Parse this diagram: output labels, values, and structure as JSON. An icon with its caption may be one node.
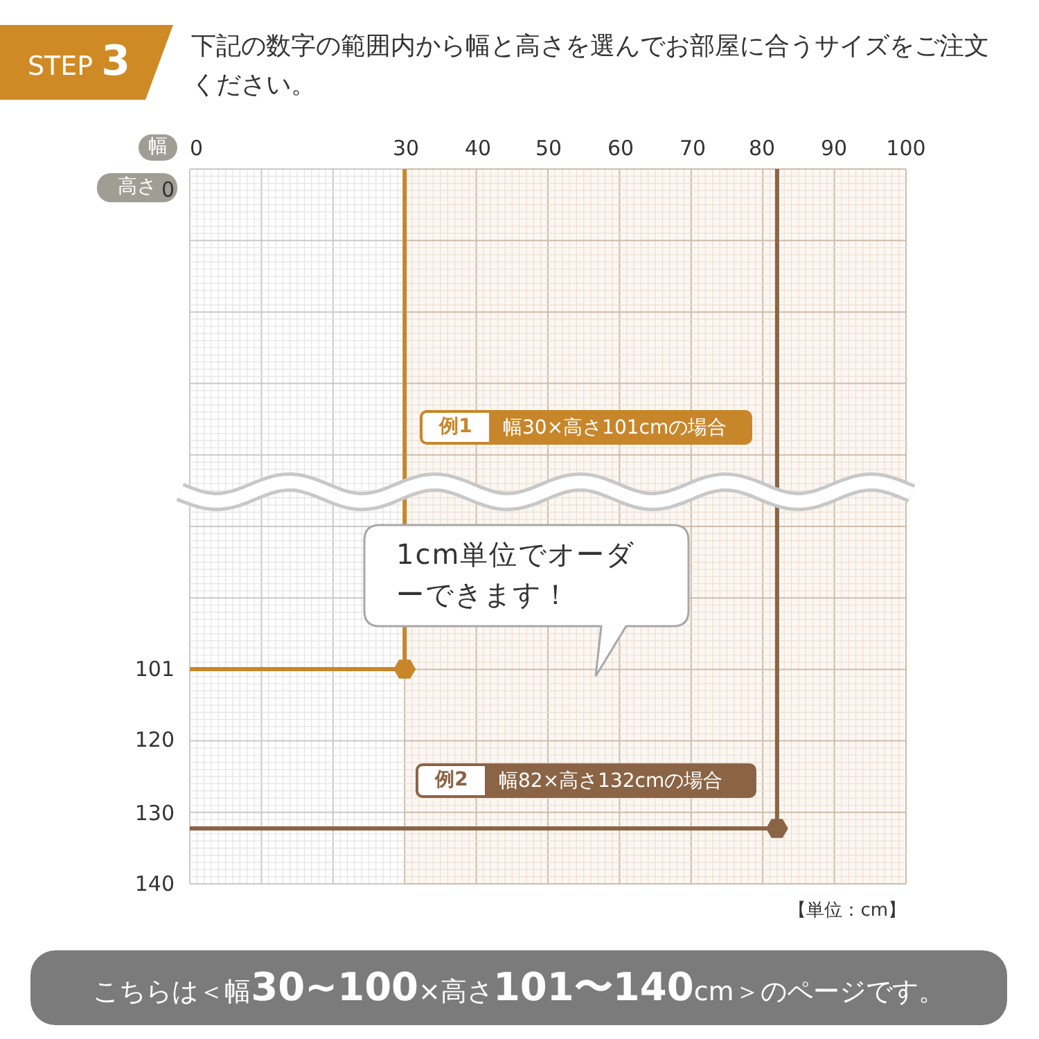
{
  "diagram": {
    "title": "下記の数字の範囲内から幅と高さを選んでお部屋に合うサイズをご注文ください。",
    "nodes": [
      {
        "text": [
          "STEP **3**"
        ]
      },
      {
        "text": [
          "幅"
        ]
      },
      {
        "text": [
          "高さ"
        ]
      },
      {
        "text": [
          "例1",
          "幅30×高さ101cmの場合"
        ]
      },
      {
        "text": [
          "1cm単位でオーダーできます！"
        ]
      },
      {
        "text": [
          "例2",
          "幅82×高さ132cmの場合"
        ]
      },
      {
        "text": [
          "こちらは＜幅**30~100**×高さ**101〜140**cm＞のページです。"
        ]
      }
    ],
    "labels": [
      "0",
      "30",
      "40",
      "50",
      "60",
      "70",
      "80",
      "90",
      "100",
      "0",
      "101",
      "120",
      "130",
      "140",
      "【単位：cm】"
    ]
  }
}
